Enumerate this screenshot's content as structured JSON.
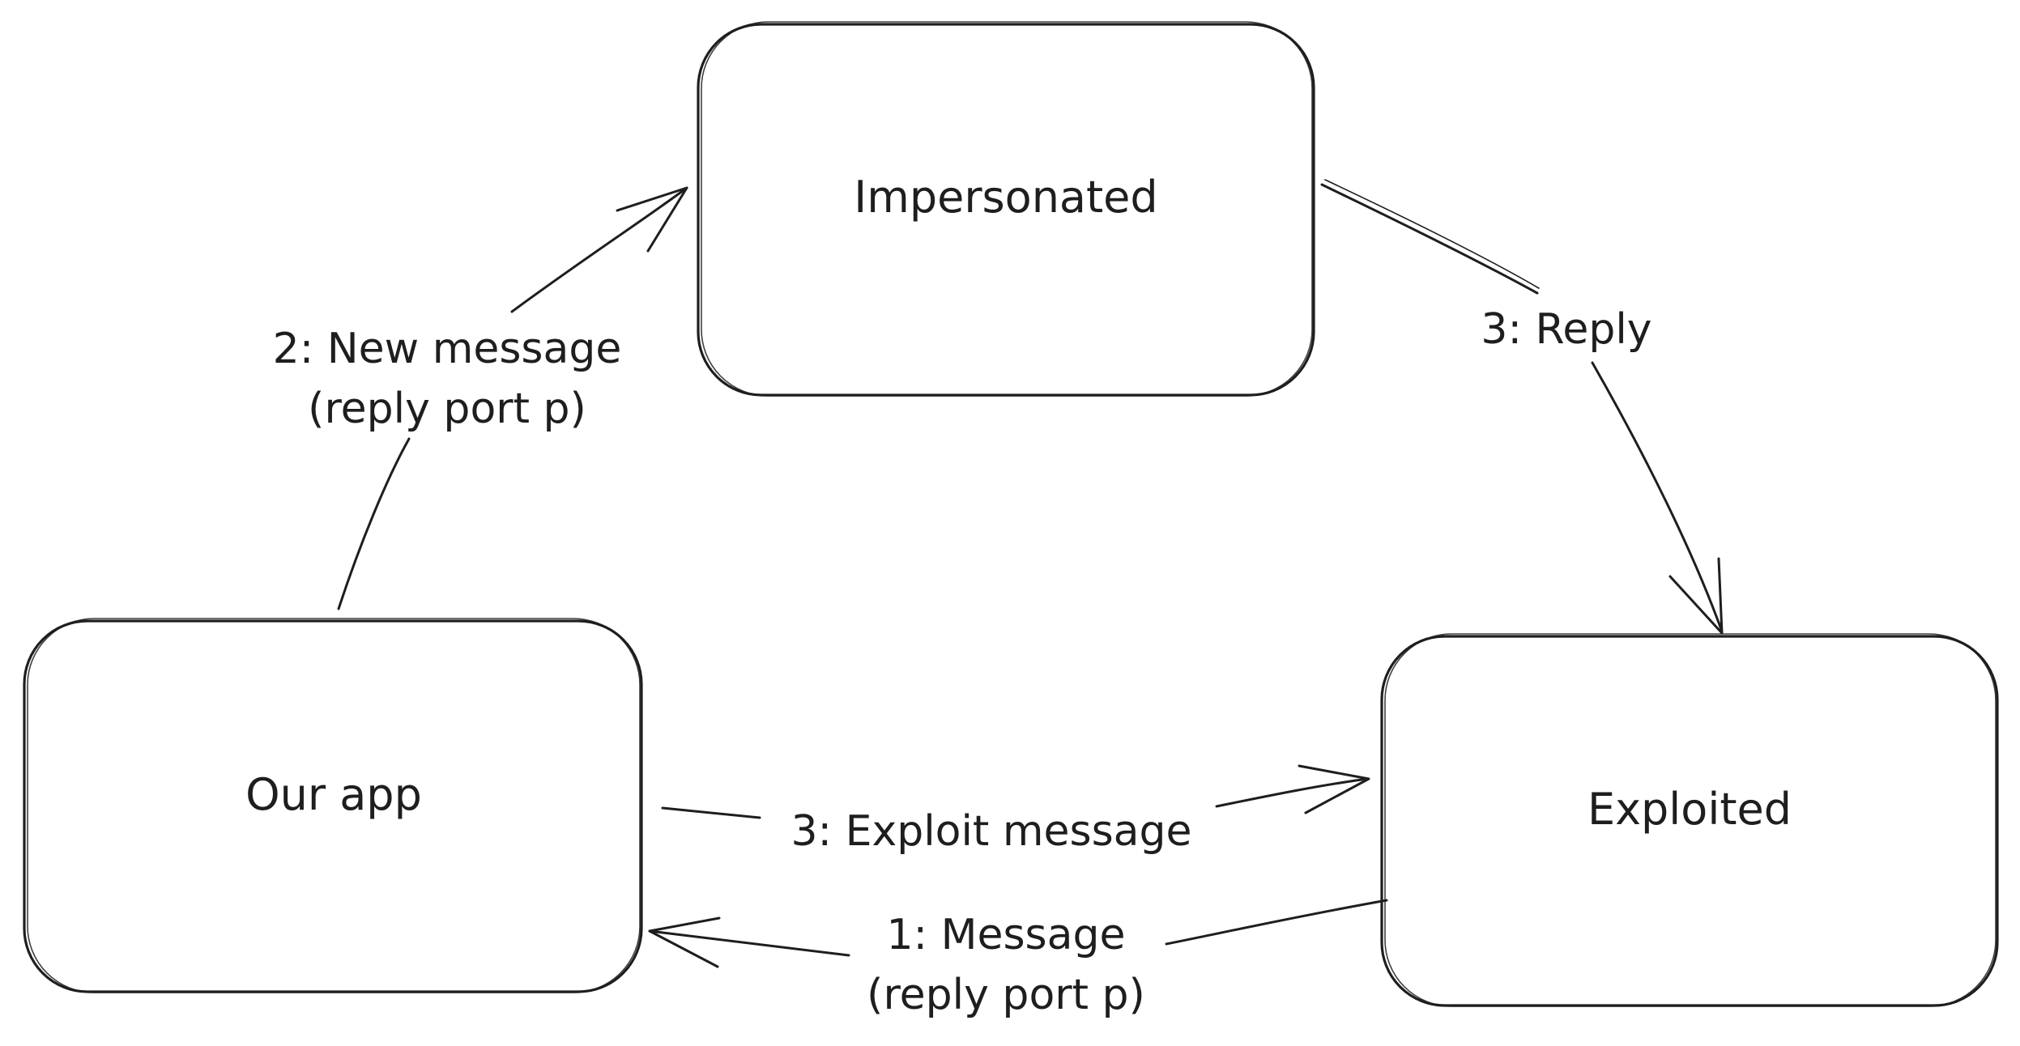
{
  "nodes": {
    "impersonated": "Impersonated",
    "our_app": "Our app",
    "exploited": "Exploited"
  },
  "edges": {
    "new_message": {
      "line1": "2: New message",
      "line2": "(reply port p)"
    },
    "reply": {
      "label": "3: Reply"
    },
    "exploit_message": {
      "label": "3: Exploit message"
    },
    "message": {
      "line1": "1: Message",
      "line2": "(reply port p)"
    }
  },
  "colors": {
    "stroke": "#1e1e1e",
    "background": "#ffffff"
  }
}
